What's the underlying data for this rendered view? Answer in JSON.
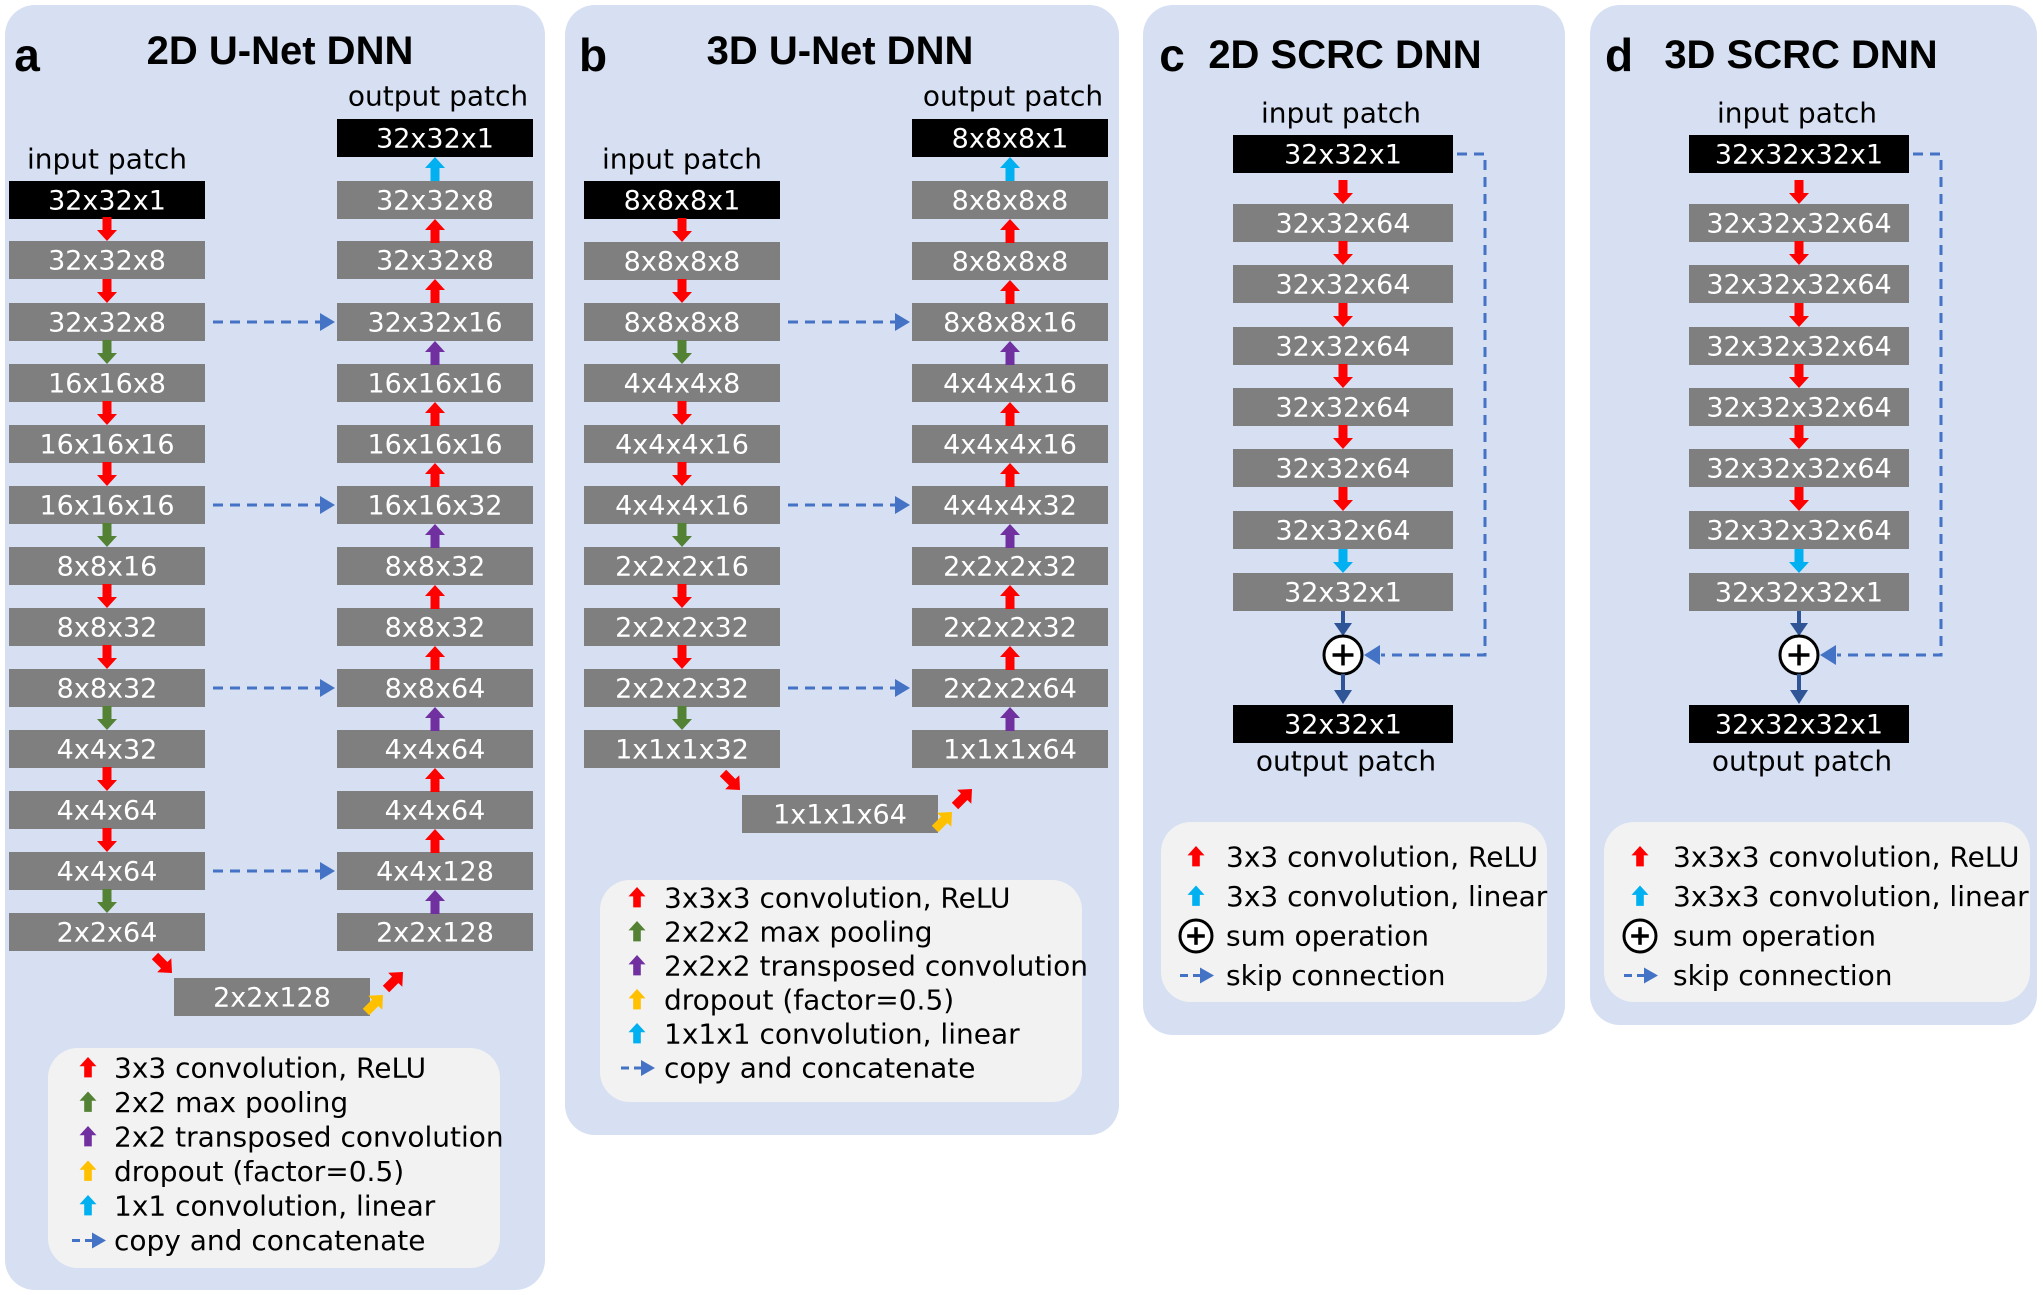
{
  "colors": {
    "panel_bg": "#d6e0f2",
    "legend_bg": "#f2f2f2",
    "block_gray": "#7f7f7f",
    "block_black": "#000000",
    "conv_relu": "#ff0000",
    "max_pool": "#548235",
    "transposed_conv": "#7030a0",
    "dropout": "#ffc000",
    "linear_conv": "#00b0f0",
    "skip_line": "#4472c4",
    "sum_arrow": "#2f5597"
  },
  "panels": {
    "a": {
      "letter": "a",
      "title": "2D U-Net DNN",
      "input_label": "input patch",
      "output_label": "output patch",
      "encoder": [
        "32x32x1",
        "32x32x8",
        "32x32x8",
        "16x16x8",
        "16x16x16",
        "16x16x16",
        "8x8x16",
        "8x8x32",
        "8x8x32",
        "4x4x32",
        "4x4x64",
        "4x4x64",
        "2x2x64"
      ],
      "bottleneck": "2x2x128",
      "decoder": [
        "32x32x1",
        "32x32x8",
        "32x32x8",
        "32x32x16",
        "16x16x16",
        "16x16x16",
        "16x16x32",
        "8x8x32",
        "8x8x32",
        "8x8x64",
        "4x4x64",
        "4x4x64",
        "4x4x128",
        "2x2x128"
      ],
      "legend": [
        {
          "icon": "conv-relu-arrow-icon",
          "label": "3x3 convolution, ReLU"
        },
        {
          "icon": "max-pool-arrow-icon",
          "label": "2x2 max pooling"
        },
        {
          "icon": "transposed-conv-arrow-icon",
          "label": "2x2 transposed convolution"
        },
        {
          "icon": "dropout-arrow-icon",
          "label": "dropout (factor=0.5)"
        },
        {
          "icon": "linear-conv-arrow-icon",
          "label": "1x1 convolution, linear"
        },
        {
          "icon": "copy-concat-arrow-icon",
          "label": "copy and concatenate"
        }
      ]
    },
    "b": {
      "letter": "b",
      "title": "3D U-Net DNN",
      "input_label": "input patch",
      "output_label": "output patch",
      "encoder": [
        "8x8x8x1",
        "8x8x8x8",
        "8x8x8x8",
        "4x4x4x8",
        "4x4x4x16",
        "4x4x4x16",
        "2x2x2x16",
        "2x2x2x32",
        "2x2x2x32",
        "1x1x1x32"
      ],
      "bottleneck": "1x1x1x64",
      "decoder": [
        "8x8x8x1",
        "8x8x8x8",
        "8x8x8x8",
        "8x8x8x16",
        "4x4x4x16",
        "4x4x4x16",
        "4x4x4x32",
        "2x2x2x32",
        "2x2x2x32",
        "2x2x2x64",
        "1x1x1x64"
      ],
      "legend": [
        {
          "icon": "conv-relu-arrow-icon",
          "label": "3x3x3 convolution, ReLU"
        },
        {
          "icon": "max-pool-arrow-icon",
          "label": "2x2x2 max pooling"
        },
        {
          "icon": "transposed-conv-arrow-icon",
          "label": "2x2x2 transposed convolution"
        },
        {
          "icon": "dropout-arrow-icon",
          "label": "dropout (factor=0.5)"
        },
        {
          "icon": "linear-conv-arrow-icon",
          "label": "1x1x1 convolution, linear"
        },
        {
          "icon": "copy-concat-arrow-icon",
          "label": "copy and concatenate"
        }
      ]
    },
    "c": {
      "letter": "c",
      "title": "2D SCRC DNN",
      "input_label": "input patch",
      "output_label": "output patch",
      "blocks": [
        "32x32x1",
        "32x32x64",
        "32x32x64",
        "32x32x64",
        "32x32x64",
        "32x32x64",
        "32x32x64",
        "32x32x1"
      ],
      "output": "32x32x1",
      "legend": [
        {
          "icon": "conv-relu-arrow-icon",
          "label": "3x3 convolution, ReLU"
        },
        {
          "icon": "linear-conv-arrow-icon",
          "label": "3x3 convolution, linear"
        },
        {
          "icon": "sum-operation-icon",
          "label": "sum operation"
        },
        {
          "icon": "skip-connection-arrow-icon",
          "label": "skip connection"
        }
      ]
    },
    "d": {
      "letter": "d",
      "title": "3D SCRC DNN",
      "input_label": "input patch",
      "output_label": "output patch",
      "blocks": [
        "32x32x32x1",
        "32x32x32x64",
        "32x32x32x64",
        "32x32x32x64",
        "32x32x32x64",
        "32x32x32x64",
        "32x32x32x64",
        "32x32x32x1"
      ],
      "output": "32x32x32x1",
      "legend": [
        {
          "icon": "conv-relu-arrow-icon",
          "label": "3x3x3 convolution, ReLU"
        },
        {
          "icon": "linear-conv-arrow-icon",
          "label": "3x3x3 convolution, linear"
        },
        {
          "icon": "sum-operation-icon",
          "label": "sum operation"
        },
        {
          "icon": "skip-connection-arrow-icon",
          "label": "skip connection"
        }
      ]
    }
  }
}
